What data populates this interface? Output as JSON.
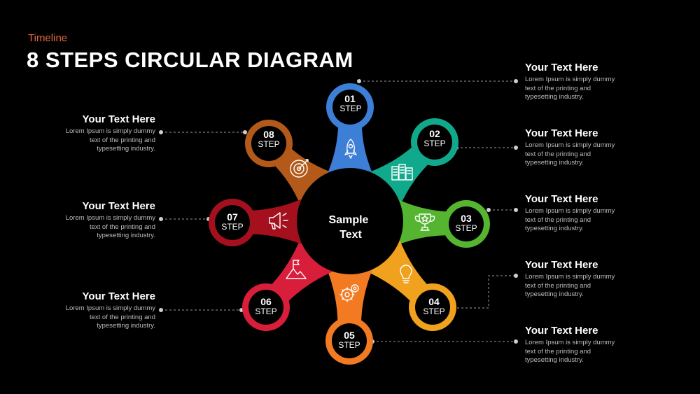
{
  "header": {
    "subtitle": "Timeline",
    "title": "8 STEPS CIRCULAR DIAGRAM"
  },
  "center": {
    "line1": "Sample",
    "line2": "Text"
  },
  "steps": [
    {
      "number": "01",
      "label": "STEP",
      "color": "#3d7fd6",
      "icon": "rocket-icon"
    },
    {
      "number": "02",
      "label": "STEP",
      "color": "#11a98c",
      "icon": "buildings-icon"
    },
    {
      "number": "03",
      "label": "STEP",
      "color": "#55b531",
      "icon": "trophy-icon"
    },
    {
      "number": "04",
      "label": "STEP",
      "color": "#f0a11e",
      "icon": "lightbulb-icon"
    },
    {
      "number": "05",
      "label": "STEP",
      "color": "#f27a22",
      "icon": "gears-icon"
    },
    {
      "number": "06",
      "label": "STEP",
      "color": "#d91e3c",
      "icon": "mountain-flag-icon"
    },
    {
      "number": "07",
      "label": "STEP",
      "color": "#a5101e",
      "icon": "megaphone-icon"
    },
    {
      "number": "08",
      "label": "STEP",
      "color": "#b35a1a",
      "icon": "target-icon"
    }
  ],
  "text_blocks": [
    {
      "heading": "Your Text Here",
      "line1": "Lorem Ipsum is simply dummy",
      "line2": "text of the printing and",
      "line3": "typesetting industry."
    },
    {
      "heading": "Your Text Here",
      "line1": "Lorem Ipsum is simply dummy",
      "line2": "text of the printing and",
      "line3": "typesetting industry."
    },
    {
      "heading": "Your Text Here",
      "line1": "Lorem Ipsum is simply dummy",
      "line2": "text of the printing and",
      "line3": "typesetting industry."
    },
    {
      "heading": "Your Text Here",
      "line1": "Lorem Ipsum is simply dummy",
      "line2": "text of the printing and",
      "line3": "typesetting industry."
    },
    {
      "heading": "Your Text Here",
      "line1": "Lorem Ipsum is simply dummy",
      "line2": "text of the printing and",
      "line3": "typesetting industry."
    },
    {
      "heading": "Your Text Here",
      "line1": "Lorem Ipsum is simply dummy",
      "line2": "text of the printing and",
      "line3": "typesetting industry."
    },
    {
      "heading": "Your Text Here",
      "line1": "Lorem Ipsum is simply dummy",
      "line2": "text of the printing and",
      "line3": "typesetting industry."
    },
    {
      "heading": "Your Text Here",
      "line1": "Lorem Ipsum is simply dummy",
      "line2": "text of the printing and",
      "line3": "typesetting industry."
    }
  ]
}
